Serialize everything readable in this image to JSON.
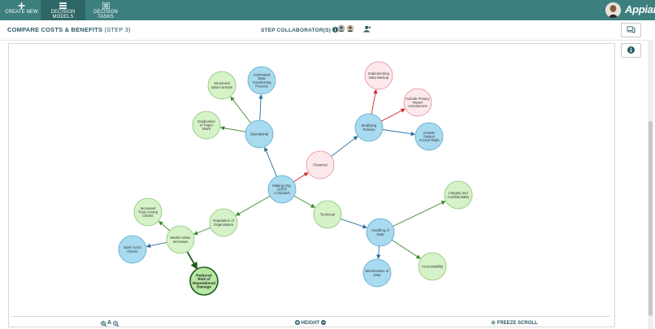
{
  "nav": {
    "create_new": "CREATE NEW",
    "decision_models": "DECISION MODELS",
    "decision_tasks": "DECISION TASKS",
    "logo": "Appian"
  },
  "header": {
    "title": "COMPARE COSTS & BENEFITS",
    "step": "(STEP 3)",
    "collaborators_label": "STEP COLLABORATOR(S)"
  },
  "footer": {
    "height_label": "HEIGHT",
    "freeze_scroll_label": "FREEZE SCROLL",
    "zoom_reset_glyph": "A"
  },
  "colors": {
    "topbar": "#3d7f7f",
    "blue_node": "#a8daf0",
    "green_node": "#d6f2c8",
    "pink_node": "#fde9ec",
    "edge_green": "#3d8a2e",
    "edge_blue": "#2b6c9c",
    "edge_red": "#d02a2a"
  },
  "graph": {
    "nodes": [
      {
        "id": "making",
        "lines": [
          "Making Org.",
          "GDPR",
          "Compliant"
        ],
        "kind": "blue"
      },
      {
        "id": "operational",
        "lines": [
          "Operational"
        ],
        "kind": "blue"
      },
      {
        "id": "automated",
        "lines": [
          "Automated",
          "Data",
          "Transferring",
          "Process"
        ],
        "kind": "blue"
      },
      {
        "id": "structured",
        "lines": [
          "Structured",
          "Data Formats"
        ],
        "kind": "green"
      },
      {
        "id": "eradication",
        "lines": [
          "Eradication",
          "of Paper",
          "Work"
        ],
        "kind": "green"
      },
      {
        "id": "financial",
        "lines": [
          "Financial"
        ],
        "kind": "pink"
      },
      {
        "id": "modifying",
        "lines": [
          "Modifying",
          "Policies"
        ],
        "kind": "blue"
      },
      {
        "id": "backup",
        "lines": [
          "Implementing",
          "Data Backup"
        ],
        "kind": "pink"
      },
      {
        "id": "privacy",
        "lines": [
          "Include Privacy",
          "Impact",
          "Assessment"
        ],
        "kind": "pink"
      },
      {
        "id": "subject",
        "lines": [
          "Include",
          "Subject",
          "Access Right"
        ],
        "kind": "blue"
      },
      {
        "id": "technical",
        "lines": [
          "Technical"
        ],
        "kind": "green"
      },
      {
        "id": "handling",
        "lines": [
          "Handling of",
          "Data"
        ],
        "kind": "blue"
      },
      {
        "id": "integrity",
        "lines": [
          "Integrity and",
          "Confidentiality"
        ],
        "kind": "green"
      },
      {
        "id": "minimization",
        "lines": [
          "Minimization of",
          "Data"
        ],
        "kind": "blue"
      },
      {
        "id": "accountability",
        "lines": [
          "Accountability"
        ],
        "kind": "green"
      },
      {
        "id": "reputation",
        "lines": [
          "Reputation of",
          "Organisation"
        ],
        "kind": "green"
      },
      {
        "id": "market",
        "lines": [
          "Market Value",
          "Increases"
        ],
        "kind": "green"
      },
      {
        "id": "trust",
        "lines": [
          "Increased",
          "Trust Among",
          "Clients"
        ],
        "kind": "green"
      },
      {
        "id": "eu",
        "lines": [
          "Open to EU",
          "Clients"
        ],
        "kind": "blue"
      },
      {
        "id": "reduced",
        "lines": [
          "Reduced",
          "Risk of",
          "Reputational",
          "Damage"
        ],
        "kind": "greenbold"
      }
    ],
    "edges": [
      {
        "from": "making",
        "to": "operational",
        "color": "blue"
      },
      {
        "from": "operational",
        "to": "automated",
        "color": "blue"
      },
      {
        "from": "operational",
        "to": "structured",
        "color": "green"
      },
      {
        "from": "operational",
        "to": "eradication",
        "color": "green"
      },
      {
        "from": "making",
        "to": "financial",
        "color": "red"
      },
      {
        "from": "financial",
        "to": "modifying",
        "color": "blue"
      },
      {
        "from": "modifying",
        "to": "backup",
        "color": "red"
      },
      {
        "from": "modifying",
        "to": "privacy",
        "color": "red"
      },
      {
        "from": "modifying",
        "to": "subject",
        "color": "blue"
      },
      {
        "from": "making",
        "to": "technical",
        "color": "green"
      },
      {
        "from": "technical",
        "to": "handling",
        "color": "blue"
      },
      {
        "from": "handling",
        "to": "integrity",
        "color": "green"
      },
      {
        "from": "handling",
        "to": "minimization",
        "color": "blue"
      },
      {
        "from": "handling",
        "to": "accountability",
        "color": "green"
      },
      {
        "from": "making",
        "to": "reputation",
        "color": "green"
      },
      {
        "from": "reputation",
        "to": "market",
        "color": "green"
      },
      {
        "from": "market",
        "to": "trust",
        "color": "green"
      },
      {
        "from": "market",
        "to": "eu",
        "color": "blue"
      },
      {
        "from": "market",
        "to": "reduced",
        "color": "greenbold"
      }
    ]
  }
}
